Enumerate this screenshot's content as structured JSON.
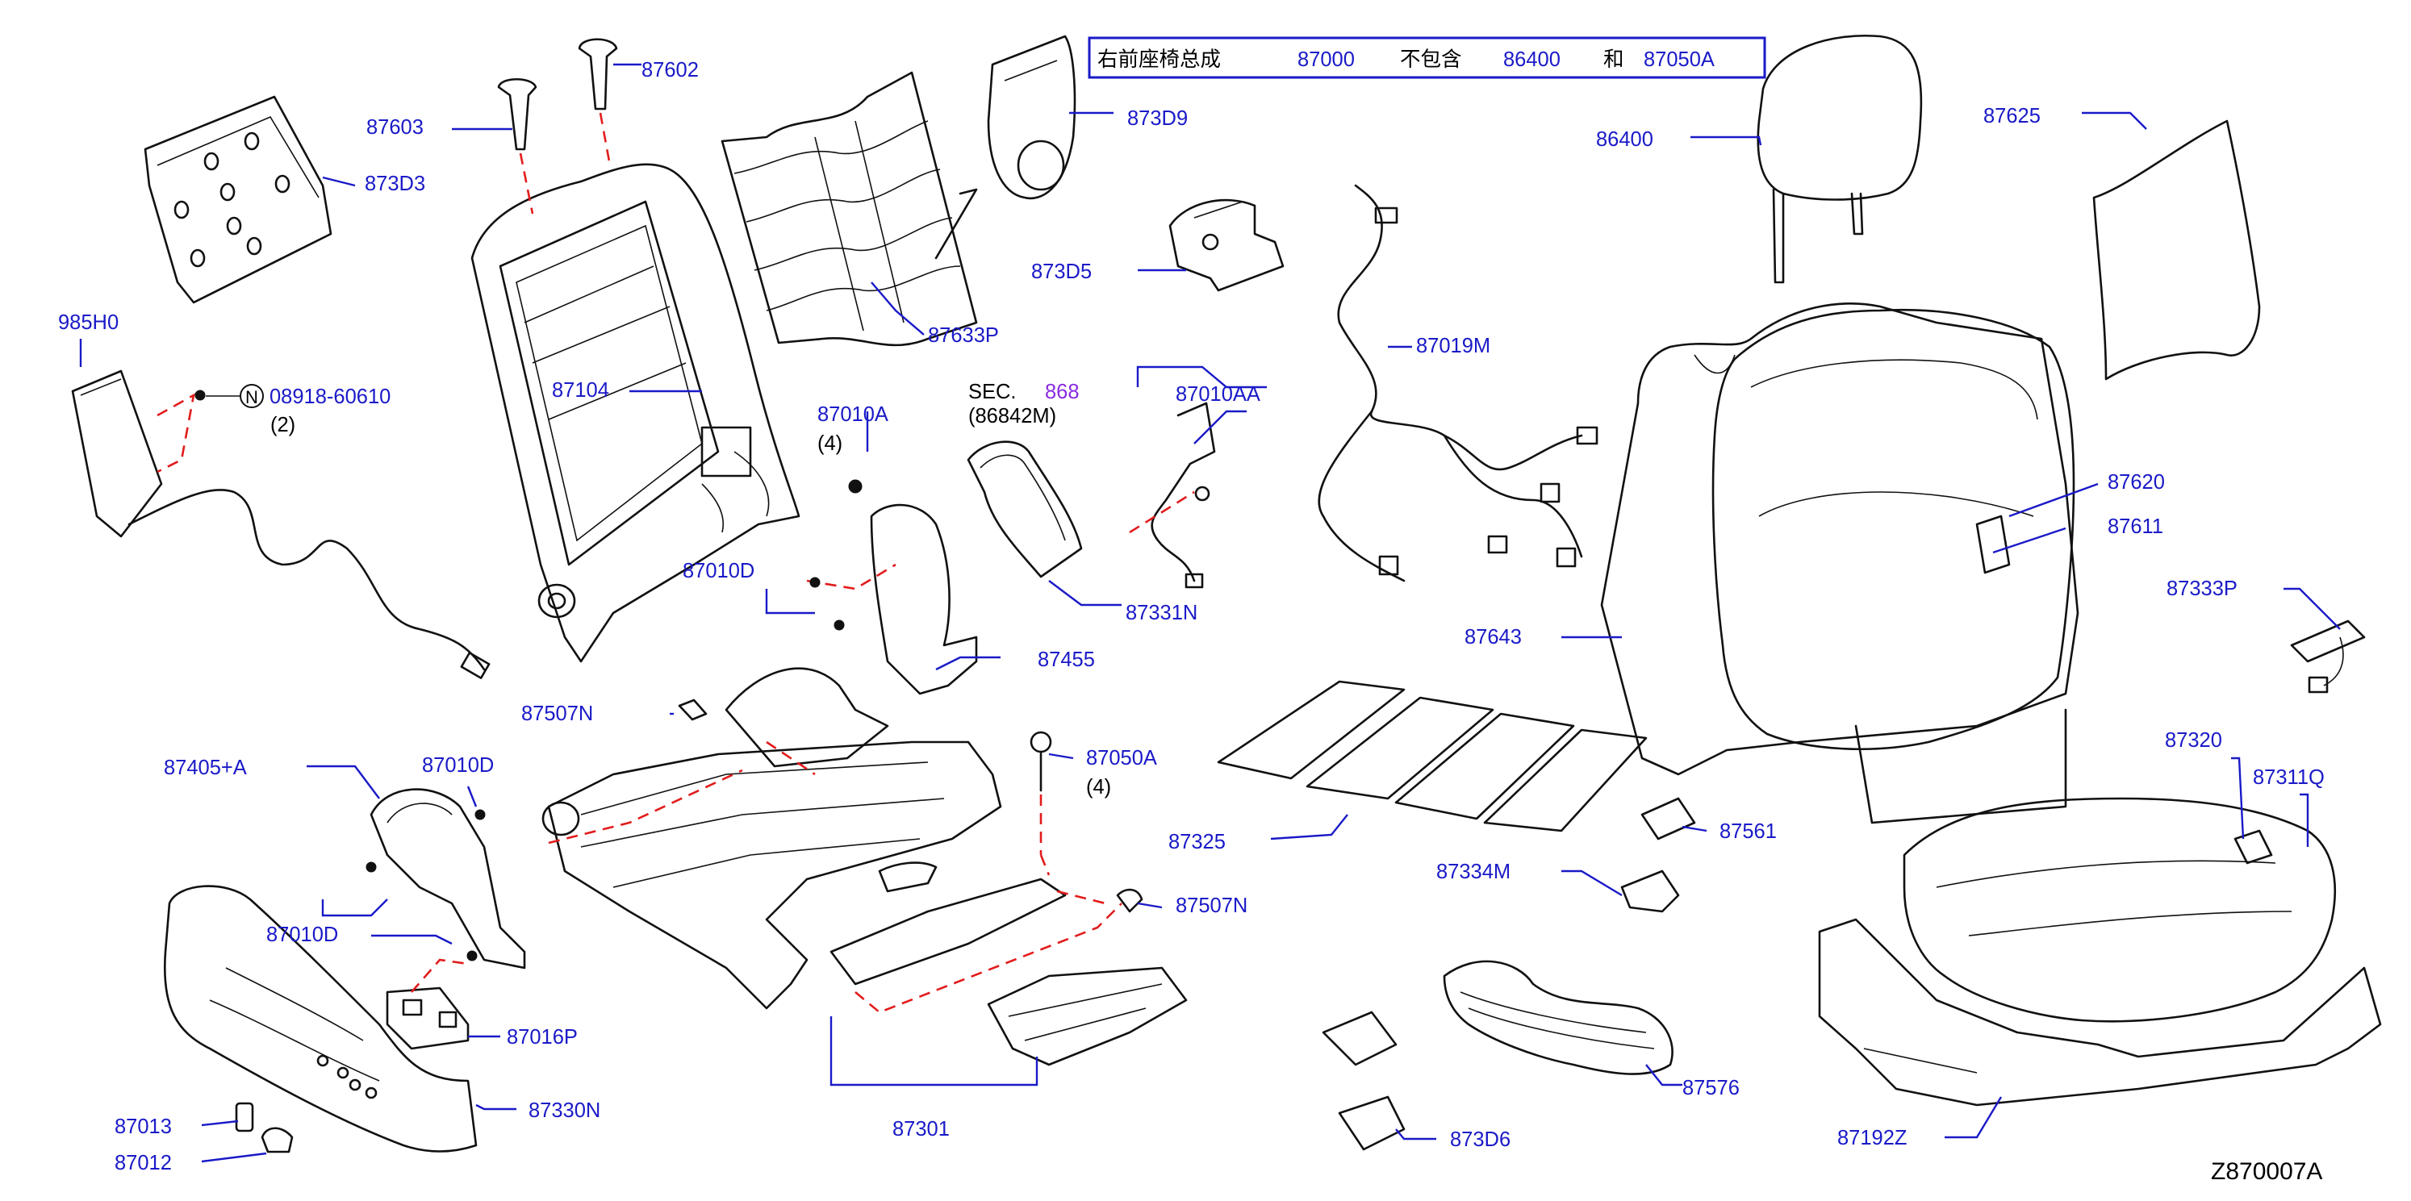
{
  "diagram": {
    "header": {
      "text_assembly": "右前座椅总成",
      "code_assembly": "87000",
      "text_exclude": "不包含",
      "code_headrest": "86400",
      "text_and": "和",
      "code_belt": "87050A"
    },
    "figure_code": "Z870007A",
    "section_ref": {
      "prefix": "SEC.",
      "number": "868",
      "sub": "(86842M)"
    },
    "fastener_symbol": "N",
    "fastener_part": "08918-60610",
    "labels": {
      "p87603": "87603",
      "p87602": "87602",
      "p873D3": "873D3",
      "p873D9": "873D9",
      "p873D5": "873D5",
      "p87633P": "87633P",
      "p985H0": "985H0",
      "p87104": "87104",
      "p87010A": "87010A",
      "p87010AA": "87010AA",
      "p87019M": "87019M",
      "p86400": "86400",
      "p87625": "87625",
      "p87620": "87620",
      "p87611": "87611",
      "p87333P": "87333P",
      "p87643": "87643",
      "p87010D_a": "87010D",
      "p87331N": "87331N",
      "p87455": "87455",
      "p87507N_a": "87507N",
      "p87405A": "87405+A",
      "p87010D_b": "87010D",
      "p87050A": "87050A",
      "p87325": "87325",
      "p87561": "87561",
      "p87320": "87320",
      "p87311Q": "87311Q",
      "p87334M": "87334M",
      "p87507N_b": "87507N",
      "p87010D_c": "87010D",
      "p87016P": "87016P",
      "p87576": "87576",
      "p87330N": "87330N",
      "p87013": "87013",
      "p87012": "87012",
      "p87301": "87301",
      "p873D6": "873D6",
      "p87192Z": "87192Z"
    },
    "qty": {
      "q_fastener": "(2)",
      "q_87010A": "(4)",
      "q_87050A": "(4)"
    }
  },
  "colors": {
    "label_blue": "#1a1ac8",
    "section_purple": "#8a2be2",
    "dashed_red": "#e21c1c",
    "line_black": "#111111"
  }
}
